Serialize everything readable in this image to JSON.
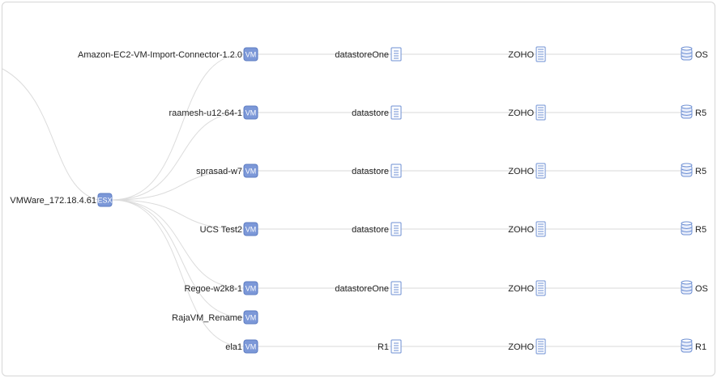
{
  "colors": {
    "badge": "#7c98d8",
    "link": "#dcdcdc",
    "icon_fill": "#ffffff",
    "icon_stroke": "#6d8fd3"
  },
  "root": {
    "label": "VMWare_172.18.4.61",
    "badge": "ESX"
  },
  "vm_badge": "VM",
  "rows": [
    {
      "vm": "Amazon-EC2-VM-Import-Connector-1.2.0",
      "datastore": "datastoreOne",
      "vendor": "ZOHO",
      "disk": "OS"
    },
    {
      "vm": "raamesh-u12-64-1",
      "datastore": "datastore",
      "vendor": "ZOHO",
      "disk": "R5"
    },
    {
      "vm": "sprasad-w7",
      "datastore": "datastore",
      "vendor": "ZOHO",
      "disk": "R5"
    },
    {
      "vm": "UCS Test2",
      "datastore": "datastore",
      "vendor": "ZOHO",
      "disk": "R5"
    },
    {
      "vm": "Regoe-w2k8-1",
      "datastore": "datastoreOne",
      "vendor": "ZOHO",
      "disk": "OS"
    },
    {
      "vm": "RajaVM_Rename",
      "datastore": "",
      "vendor": "",
      "disk": ""
    },
    {
      "vm": "ela1",
      "datastore": "R1",
      "vendor": "ZOHO",
      "disk": "R1"
    }
  ]
}
